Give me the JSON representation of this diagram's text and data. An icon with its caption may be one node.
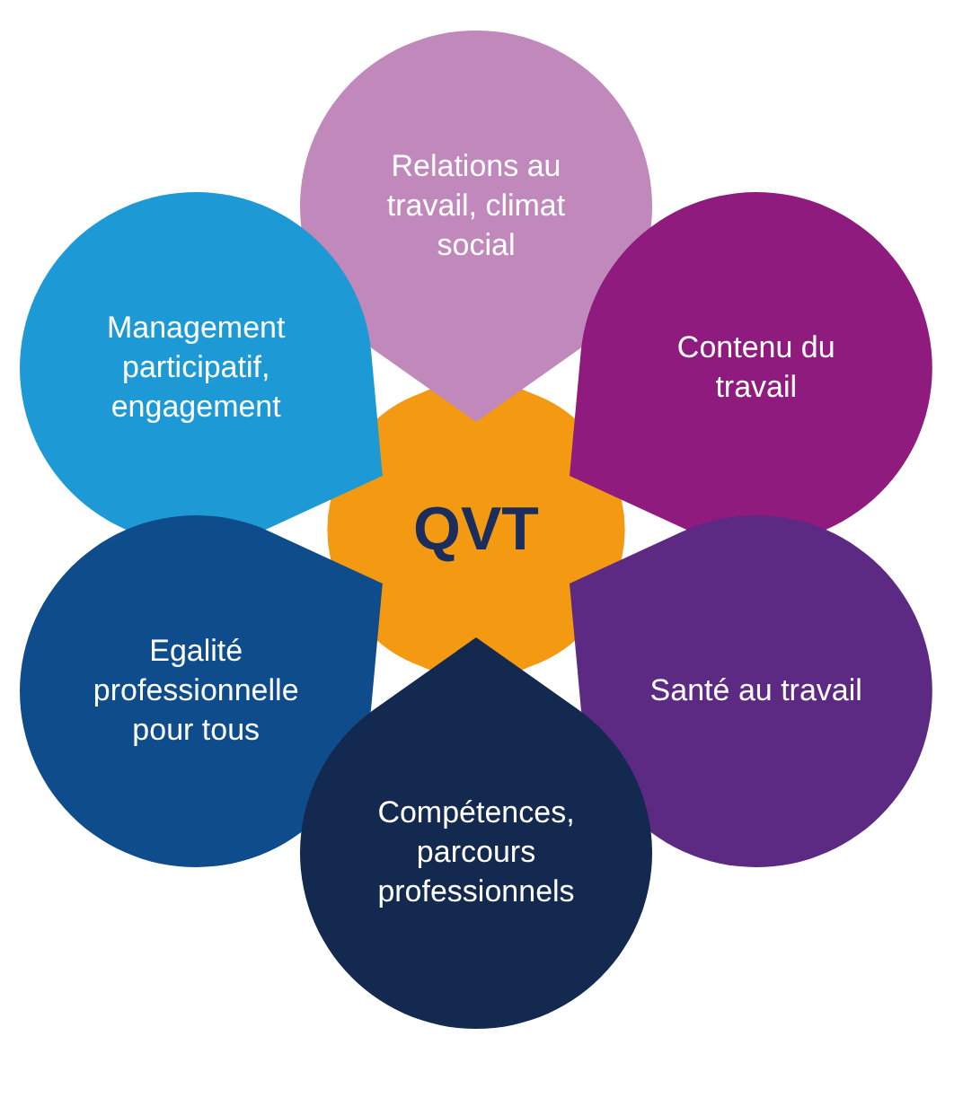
{
  "diagram": {
    "nodes": [
      {
        "text": [
          "Relations au travail, climat social"
        ]
      },
      {
        "text": [
          "Management participatif, engagement"
        ]
      },
      {
        "text": [
          "Contenu du travail"
        ]
      },
      {
        "text": [
          "QVT"
        ]
      },
      {
        "text": [
          "Egalité professionnelle pour tous"
        ]
      },
      {
        "text": [
          "Santé au travail"
        ]
      },
      {
        "text": [
          "Compétences, parcours professionnels"
        ]
      }
    ]
  }
}
